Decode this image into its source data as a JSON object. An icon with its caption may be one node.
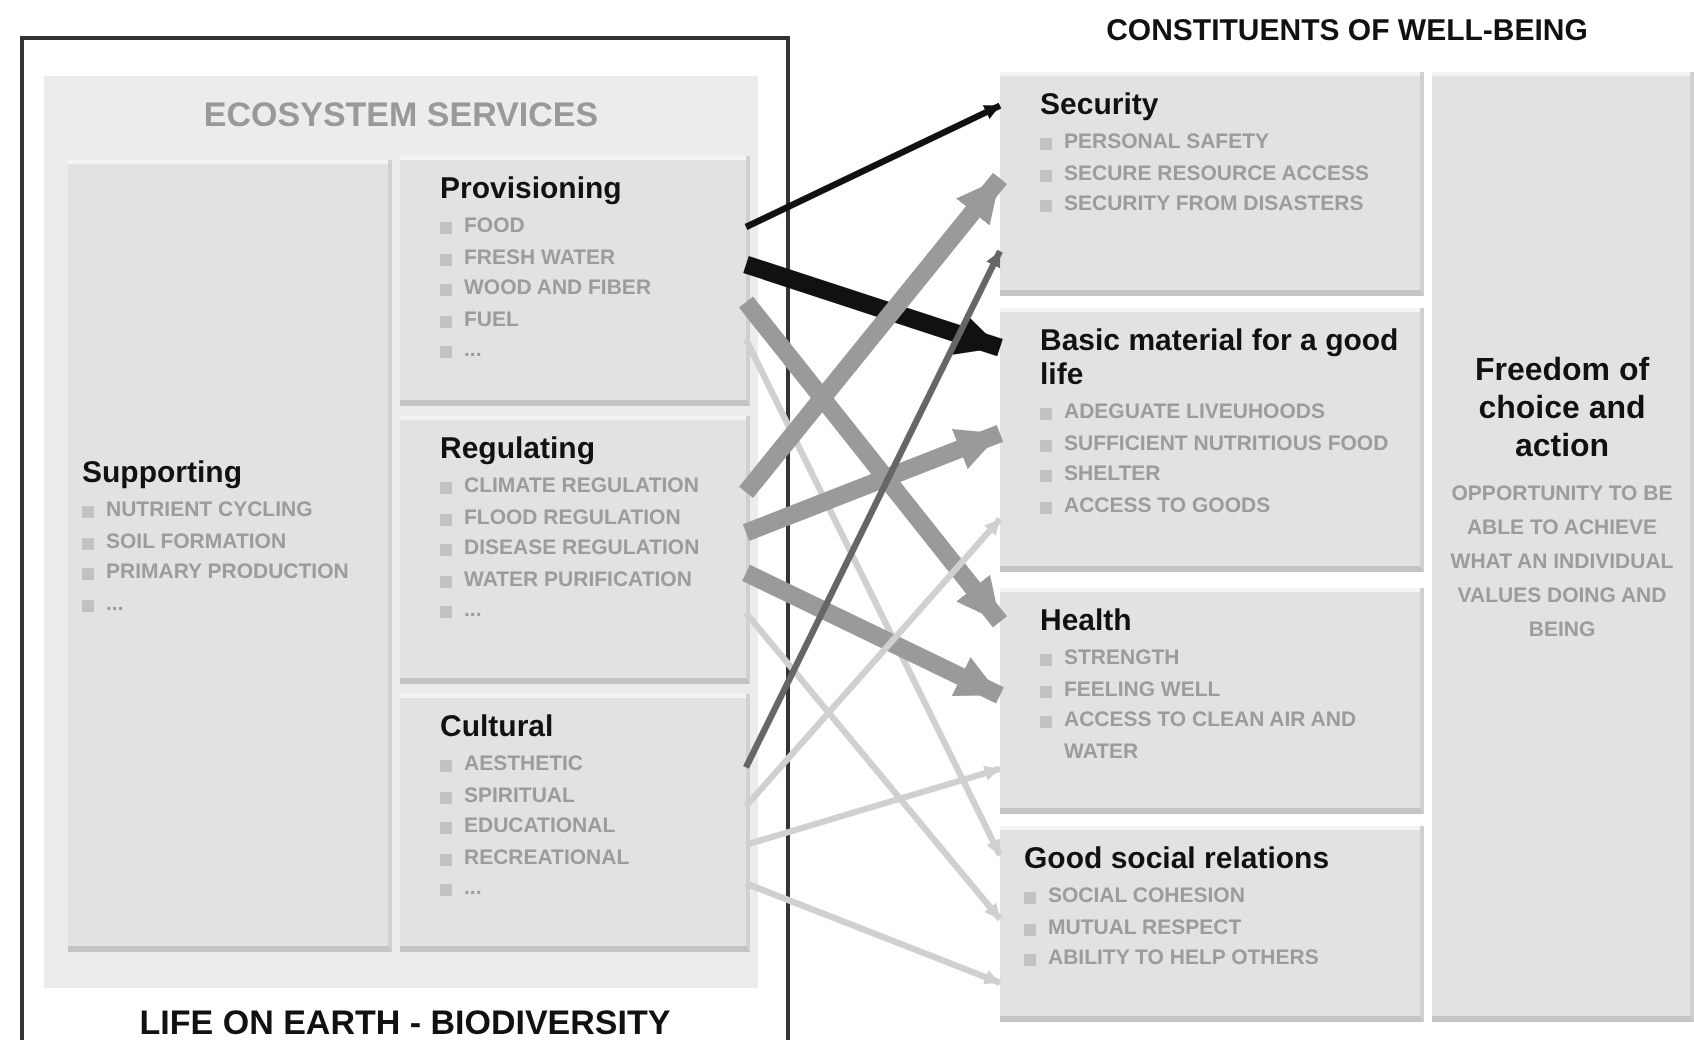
{
  "diagram": {
    "nodes": [
      {
        "text": [
          "LIFE ON EARTH - BIODIVERSITY"
        ]
      },
      {
        "text": [
          "ECOSYSTEM SERVICES"
        ],
        "in": 0
      },
      {
        "text": [
          "Supporting",
          "NUTRIENT CYCLING",
          "SOIL FORMATION",
          "PRIMARY PRODUCTION",
          "..."
        ],
        "in": 1
      },
      {
        "text": [
          "Provisioning",
          "FOOD",
          "FRESH WATER",
          "WOOD AND FIBER",
          "FUEL",
          "..."
        ],
        "in": 1
      },
      {
        "text": [
          "Regulating",
          "CLIMATE REGULATION",
          "FLOOD REGULATION",
          "DISEASE REGULATION",
          "WATER PURIFICATION",
          "..."
        ],
        "in": 1
      },
      {
        "text": [
          "Cultural",
          "AESTHETIC",
          "SPIRITUAL",
          "EDUCATIONAL",
          "RECREATIONAL",
          "..."
        ],
        "in": 1
      },
      {
        "text": [
          "Security",
          "PERSONAL SAFETY",
          "SECURE RESOURCE ACCESS",
          "SECURITY FROM DISASTERS"
        ]
      },
      {
        "text": [
          "Basic material for a good life",
          "ADEGUATE LIVEUHOODS",
          "SUFFICIENT NUTRITIOUS FOOD",
          "SHELTER",
          "ACCESS TO GOODS"
        ]
      },
      {
        "text": [
          "Health",
          "STRENGTH",
          "FEELING WELL",
          "ACCESS TO CLEAN AIR AND WATER"
        ]
      },
      {
        "text": [
          "Good social relations",
          "SOCIAL COHESION",
          "MUTUAL RESPECT",
          "ABILITY TO HELP OTHERS"
        ]
      },
      {
        "text": [
          "Freedom of choice and action",
          "OPPORTUNITY TO BE ABLE TO ACHIEVE WHAT AN INDIVIDUAL VALUES DOING AND BEING"
        ]
      }
    ],
    "edges": [
      {
        "from": 3,
        "to": 6,
        "arrow": "to",
        "color": "#111111"
      },
      {
        "from": 3,
        "to": 7,
        "arrow": "to",
        "style": "thick",
        "color": "#111111"
      },
      {
        "from": 3,
        "to": 8,
        "arrow": "to",
        "style": "thick",
        "color": "#9a9a9a"
      },
      {
        "from": 3,
        "to": 9,
        "arrow": "to",
        "color": "#d0d0d0"
      },
      {
        "from": 4,
        "to": 6,
        "arrow": "to",
        "style": "thick",
        "color": "#9a9a9a"
      },
      {
        "from": 4,
        "to": 7,
        "arrow": "to",
        "style": "thick",
        "color": "#9a9a9a"
      },
      {
        "from": 4,
        "to": 8,
        "arrow": "to",
        "style": "thick",
        "color": "#9a9a9a"
      },
      {
        "from": 4,
        "to": 9,
        "arrow": "to",
        "color": "#d0d0d0"
      },
      {
        "from": 5,
        "to": 6,
        "arrow": "to",
        "color": "#666666"
      },
      {
        "from": 5,
        "to": 7,
        "arrow": "to",
        "color": "#d0d0d0"
      },
      {
        "from": 5,
        "to": 8,
        "arrow": "to",
        "color": "#d0d0d0"
      },
      {
        "from": 5,
        "to": 9,
        "arrow": "to",
        "color": "#d0d0d0"
      }
    ],
    "labels": [
      "CONSTITUENTS OF WELL-BEING"
    ]
  }
}
